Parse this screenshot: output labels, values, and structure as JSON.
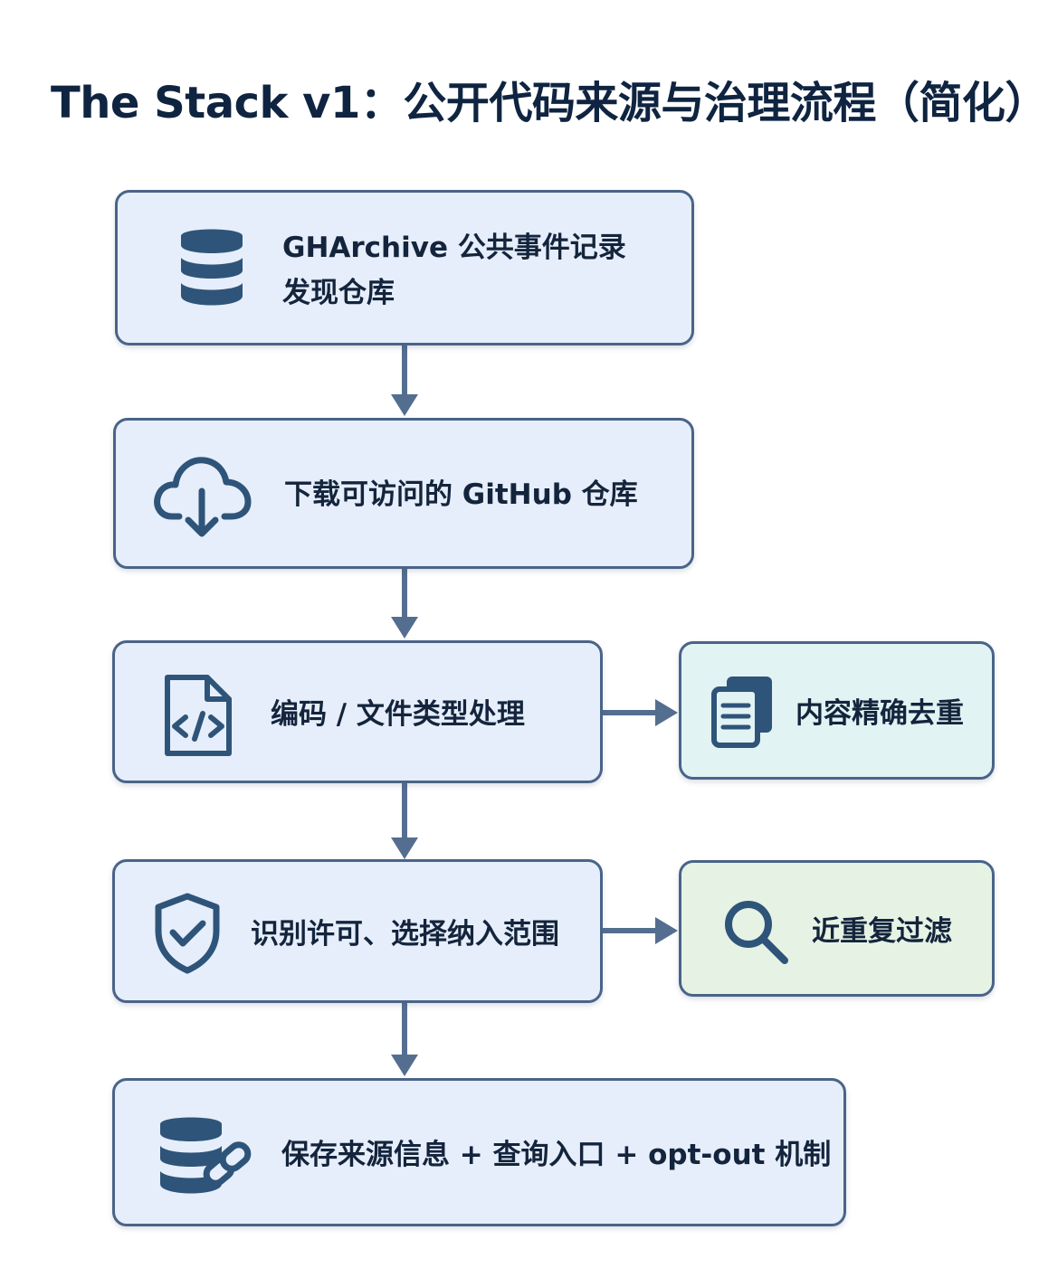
{
  "title": "The Stack v1：公开代码来源与治理流程（简化）",
  "nodes": {
    "discover": {
      "line1": "GHArchive 公共事件记录",
      "line2": "发现仓库",
      "icon": "database-icon"
    },
    "download": {
      "label": "下载可访问的 GitHub 仓库",
      "icon": "cloud-download-icon"
    },
    "encoding": {
      "label": "编码 / 文件类型处理",
      "icon": "code-file-icon"
    },
    "dedup": {
      "label": "内容精确去重",
      "icon": "documents-icon"
    },
    "license": {
      "label": "识别许可、选择纳入范围",
      "icon": "shield-check-icon"
    },
    "near_dedup": {
      "label": "近重复过滤",
      "icon": "search-icon"
    },
    "provenance": {
      "label": "保存来源信息 + 查询入口 + opt-out 机制",
      "icon": "database-link-icon"
    }
  },
  "colors": {
    "box_border": "#4a6488",
    "box_fill_blue": "#e5eefa",
    "box_fill_teal": "#e2f3f4",
    "box_fill_green": "#e6f3e4",
    "icon": "#2f5479",
    "arrow": "#546e8f",
    "title": "#0f2440"
  }
}
